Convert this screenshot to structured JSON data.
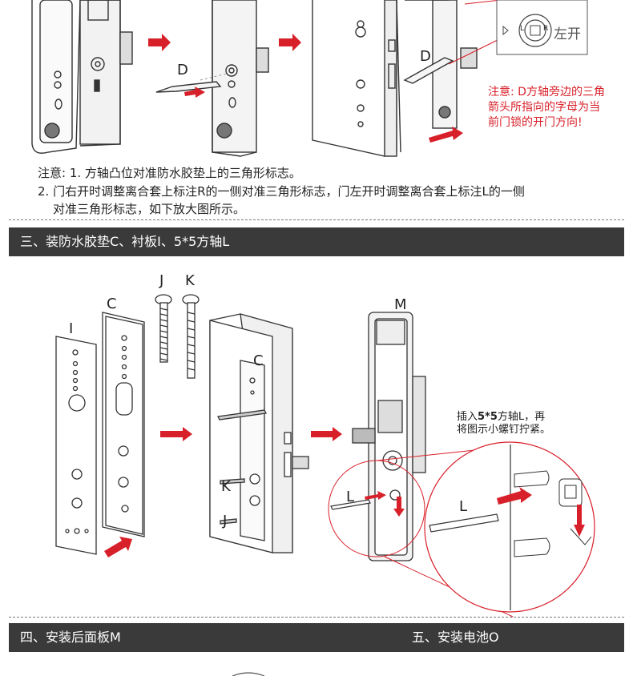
{
  "top": {
    "callout_label_d": "D",
    "mini_L": "L",
    "mini_R": "R",
    "mini_open_label": "左开",
    "red_note": [
      "注意: D方轴旁边的三角",
      "箭头所指向的字母为当",
      "前门锁的开门方向!"
    ]
  },
  "notes": {
    "line1": "注意: 1. 方轴凸位对准防水胶垫上的三角形标志。",
    "line2": "2. 门右开时调整离合套上标注R的一侧对准三角形标志，门左开时调整离合套上标注L的一侧",
    "line3": "对准三角形标志，如下放大图所示。"
  },
  "section3": {
    "title": "三、装防水胶垫C、衬板I、5*5方轴L",
    "labels": {
      "I": "I",
      "C": "C",
      "J": "J",
      "K": "K",
      "C2": "C",
      "K2": "K",
      "J2": "J",
      "M": "M",
      "L1": "L",
      "L2": "L"
    },
    "caption_pre": "插入",
    "caption_bold": "5*5",
    "caption_post": "方轴L，再",
    "caption_line2": "将图示小螺钉拧紧。"
  },
  "section4": {
    "title": "四、安装后面板M"
  },
  "section5": {
    "title": "五、安装电池O"
  },
  "colors": {
    "accent": "#d8202a",
    "bar": "#3a3a3a"
  }
}
